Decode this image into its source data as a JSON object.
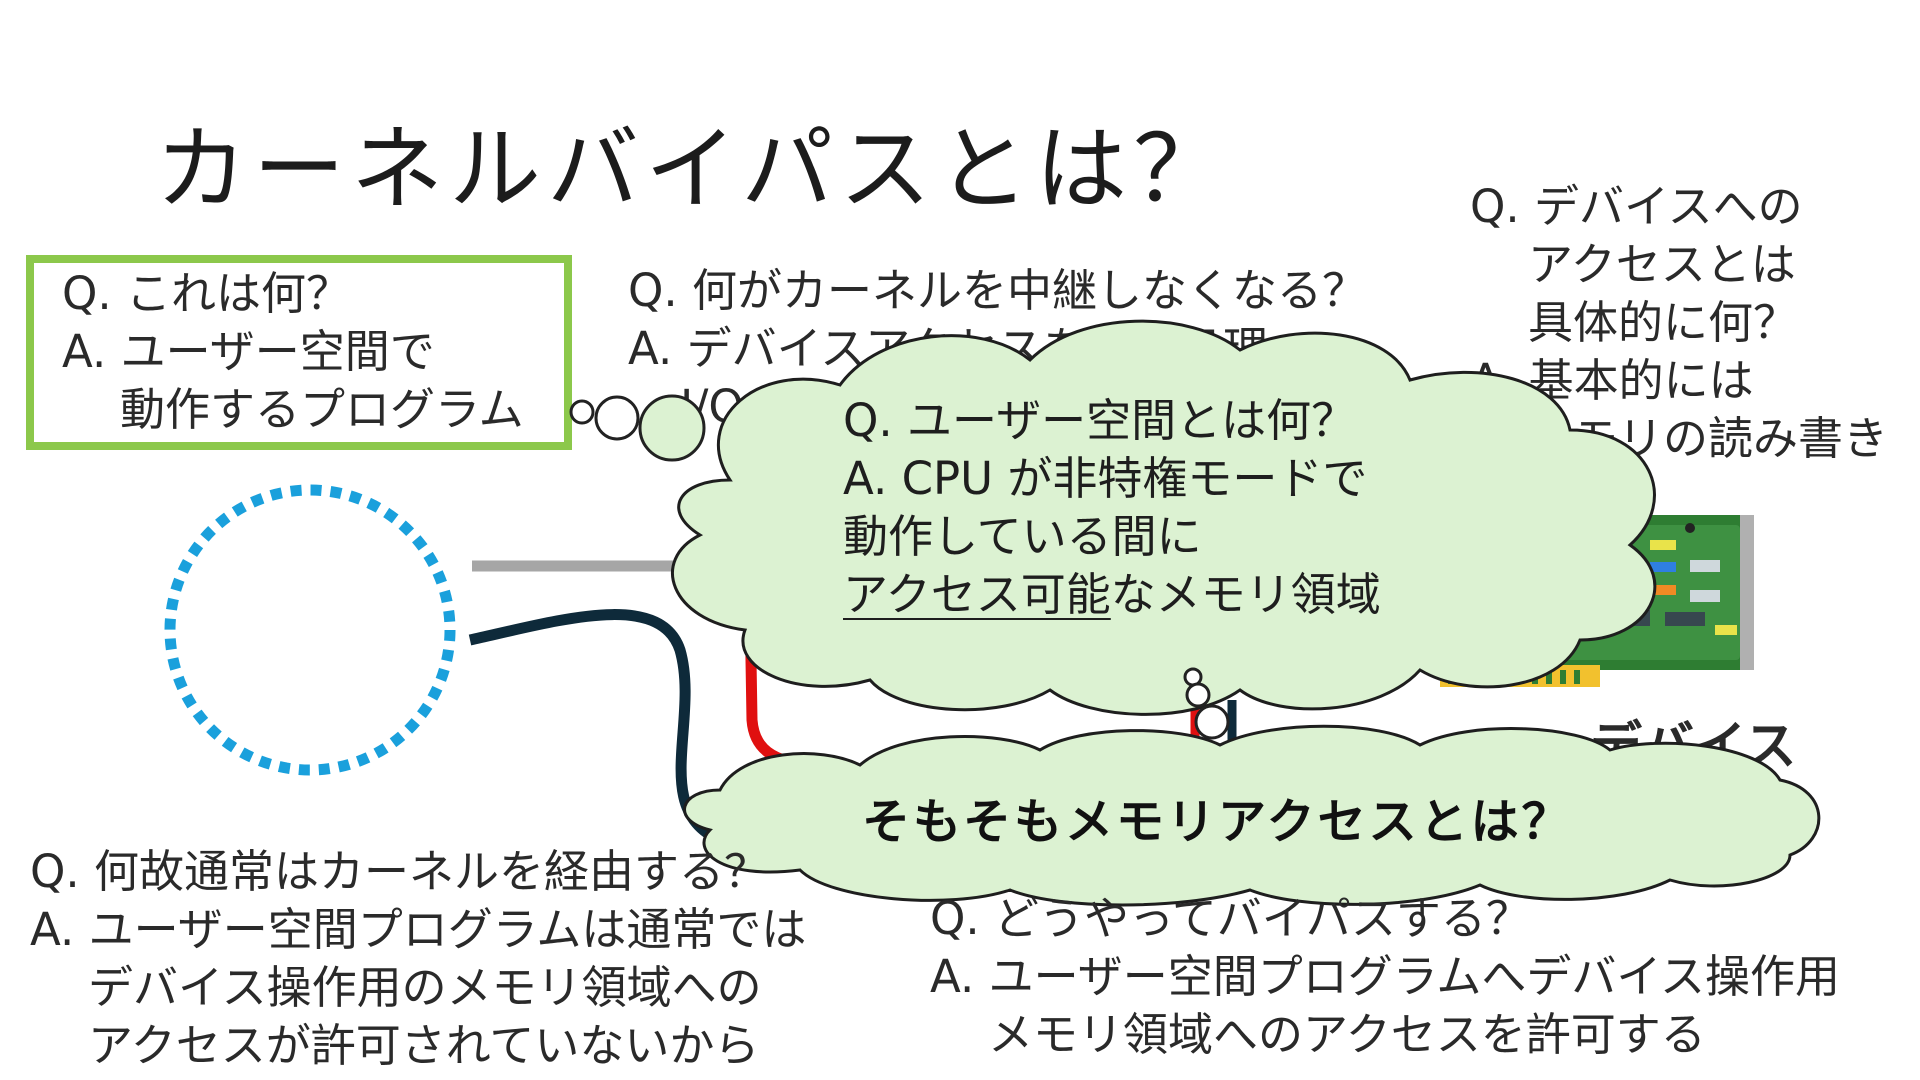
{
  "slide": {
    "title": "カーネルバイパスとは？",
    "box1": {
      "q": "Q. これは何？",
      "a1": "A. ユーザー空間で",
      "a2": "動作するプログラム"
    },
    "box2": {
      "q": "Q. 何がカーネルを中継しなくなる？",
      "a1": "A. デバイスアクセスを伴う処理",
      "a2": "I/O"
    },
    "box3": {
      "q": "Q. デバイスへの",
      "q2": "アクセスとは",
      "q3": "具体的に何？",
      "a1": "A. 基本的には",
      "a2": "メモリの読み書き"
    },
    "box4": {
      "q": "Q. 何故通常はカーネルを経由する？",
      "a1": "A. ユーザー空間プログラムは通常では",
      "a2": "デバイス操作用のメモリ領域への",
      "a3": "アクセスが許可されていないから"
    },
    "box5": {
      "q": "Q. どうやってバイパスする？",
      "a1": "A. ユーザー空間プログラムへデバイス操作用",
      "a2": "メモリ領域へのアクセスを許可する"
    },
    "cloud1": {
      "q": "Q. ユーザー空間とは何？",
      "a1": "A. CPU が非特権モードで",
      "a2": "動作している間に",
      "a3_underlined": "アクセス可能",
      "a3_rest": "なメモリ領域"
    },
    "cloud2": {
      "text": "そもそもメモリアクセスとは？"
    },
    "hidden_label": "デバイス"
  },
  "colors": {
    "green_border": "#8cc84b",
    "cloud_fill": "#dcf2d2",
    "dotted_circle": "#1aa0dc",
    "cable_dark": "#0e2a3a",
    "cable_red": "#e01010",
    "cable_gray": "#a6a6a6",
    "board_green": "#2e7d32"
  },
  "icons": [
    "dotted-circle-icon",
    "network-card-icon",
    "cable-icon"
  ]
}
